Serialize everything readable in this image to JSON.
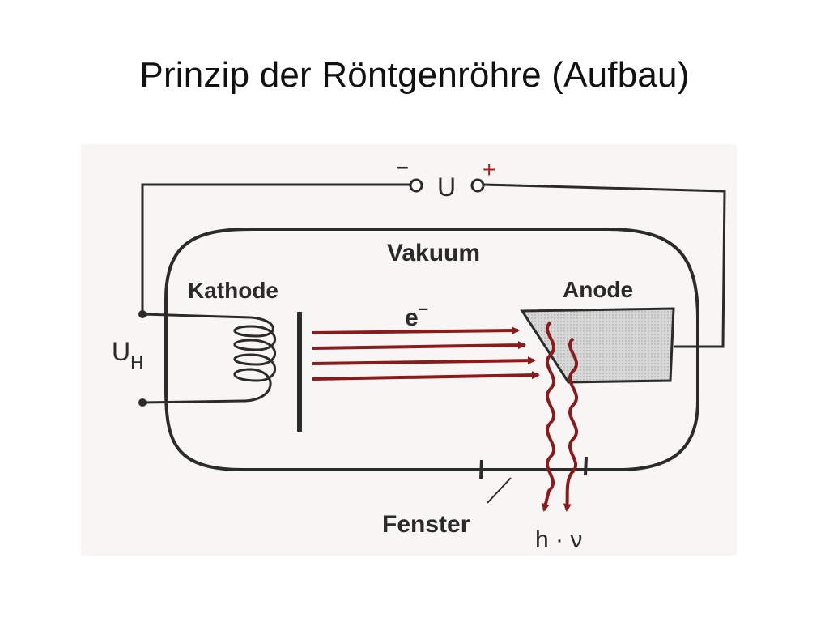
{
  "slide": {
    "title": "Prinzip der Röntgenröhre (Aufbau)"
  },
  "diagram": {
    "labels": {
      "minus": "–",
      "plus": "+",
      "voltage": "U",
      "vacuum": "Vakuum",
      "cathode": "Kathode",
      "anode": "Anode",
      "electron": "e",
      "electron_charge": "–",
      "heater_voltage": "U",
      "heater_voltage_sub": "H",
      "window": "Fenster",
      "photon": "h · ν"
    },
    "colors": {
      "wire": "#2b2b2b",
      "beam": "#8b1a1a",
      "plus_sign": "#b01c1c",
      "anode_fill": "#d6d6d6",
      "paper": "#f7f6f4"
    }
  }
}
